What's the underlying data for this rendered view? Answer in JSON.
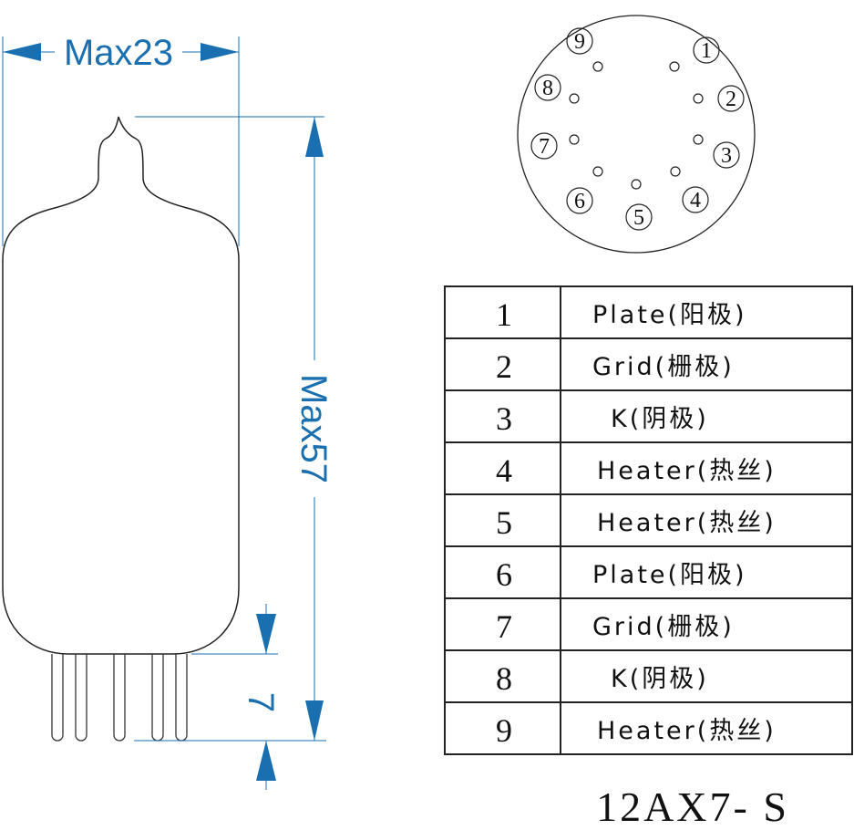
{
  "dimensions": {
    "width_label": "Max23",
    "height_label": "Max57",
    "pin_length_label": "7"
  },
  "pin_circle": {
    "pins": [
      "1",
      "2",
      "3",
      "4",
      "5",
      "6",
      "7",
      "8",
      "9"
    ]
  },
  "pin_table": [
    {
      "pin": "1",
      "function": "Plate(阳极)"
    },
    {
      "pin": "2",
      "function": "Grid(栅极)"
    },
    {
      "pin": "3",
      "function": "K(阴极)"
    },
    {
      "pin": "4",
      "function": "Heater(热丝)"
    },
    {
      "pin": "5",
      "function": "Heater(热丝)"
    },
    {
      "pin": "6",
      "function": "Plate(阳极)"
    },
    {
      "pin": "7",
      "function": "Grid(栅极)"
    },
    {
      "pin": "8",
      "function": "K(阴极)"
    },
    {
      "pin": "9",
      "function": "Heater(热丝)"
    }
  ],
  "model": "12AX7- S",
  "colors": {
    "dimension": "#1a6fb0",
    "outline": "#222222"
  }
}
